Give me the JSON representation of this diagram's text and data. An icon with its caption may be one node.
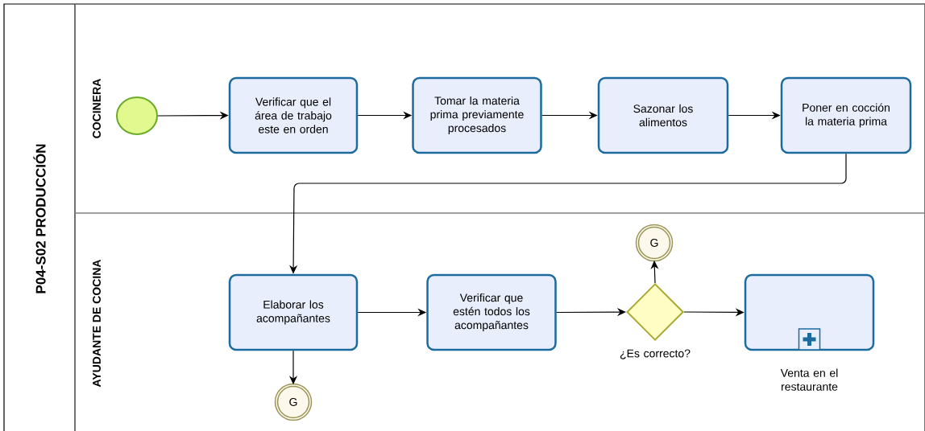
{
  "diagram": {
    "nodes": [
      {
        "text": [
          "P04-S02 PRODUCCIÓN"
        ]
      },
      {
        "text": [
          "COCINERA"
        ],
        "in": 0
      },
      {
        "text": [
          "AYUDANTE DE COCINA"
        ],
        "in": 0
      },
      {
        "text": [],
        "shape": "circle",
        "in": 1
      },
      {
        "text": [
          "Verificar que el área de trabajo este en orden"
        ],
        "in": 1
      },
      {
        "text": [
          "Tomar la materia prima previamente procesados"
        ],
        "in": 1
      },
      {
        "text": [
          "Sazonar los alimentos"
        ],
        "in": 1
      },
      {
        "text": [
          "Poner en cocción la materia prima"
        ],
        "in": 1
      },
      {
        "text": [
          "Elaborar los acompañantes"
        ],
        "in": 2
      },
      {
        "text": [
          "G"
        ],
        "in": 2
      },
      {
        "text": [
          "Verificar que estén todos los acompañantes"
        ],
        "in": 2
      },
      {
        "text": [],
        "shape": "diamond",
        "beside": [
          "¿Es correcto?"
        ],
        "in": 2
      },
      {
        "text": [
          "G"
        ],
        "in": 2
      },
      {
        "text": [],
        "shape": "box",
        "beside": [
          "Venta en el restaurante"
        ],
        "in": 2
      }
    ],
    "edges": [
      {
        "from": 3,
        "to": 4,
        "arrow": "to"
      },
      {
        "from": 4,
        "to": 5,
        "arrow": "to"
      },
      {
        "from": 5,
        "to": 6,
        "arrow": "to"
      },
      {
        "from": 6,
        "to": 7,
        "arrow": "to"
      },
      {
        "from": 7,
        "to": 8,
        "arrow": "to"
      },
      {
        "from": 8,
        "to": 9,
        "arrow": "to"
      },
      {
        "from": 8,
        "to": 10,
        "arrow": "to"
      },
      {
        "from": 10,
        "to": 11,
        "arrow": "to"
      },
      {
        "from": 11,
        "to": 12,
        "arrow": "to"
      },
      {
        "from": 11,
        "to": 13,
        "arrow": "to"
      }
    ]
  }
}
